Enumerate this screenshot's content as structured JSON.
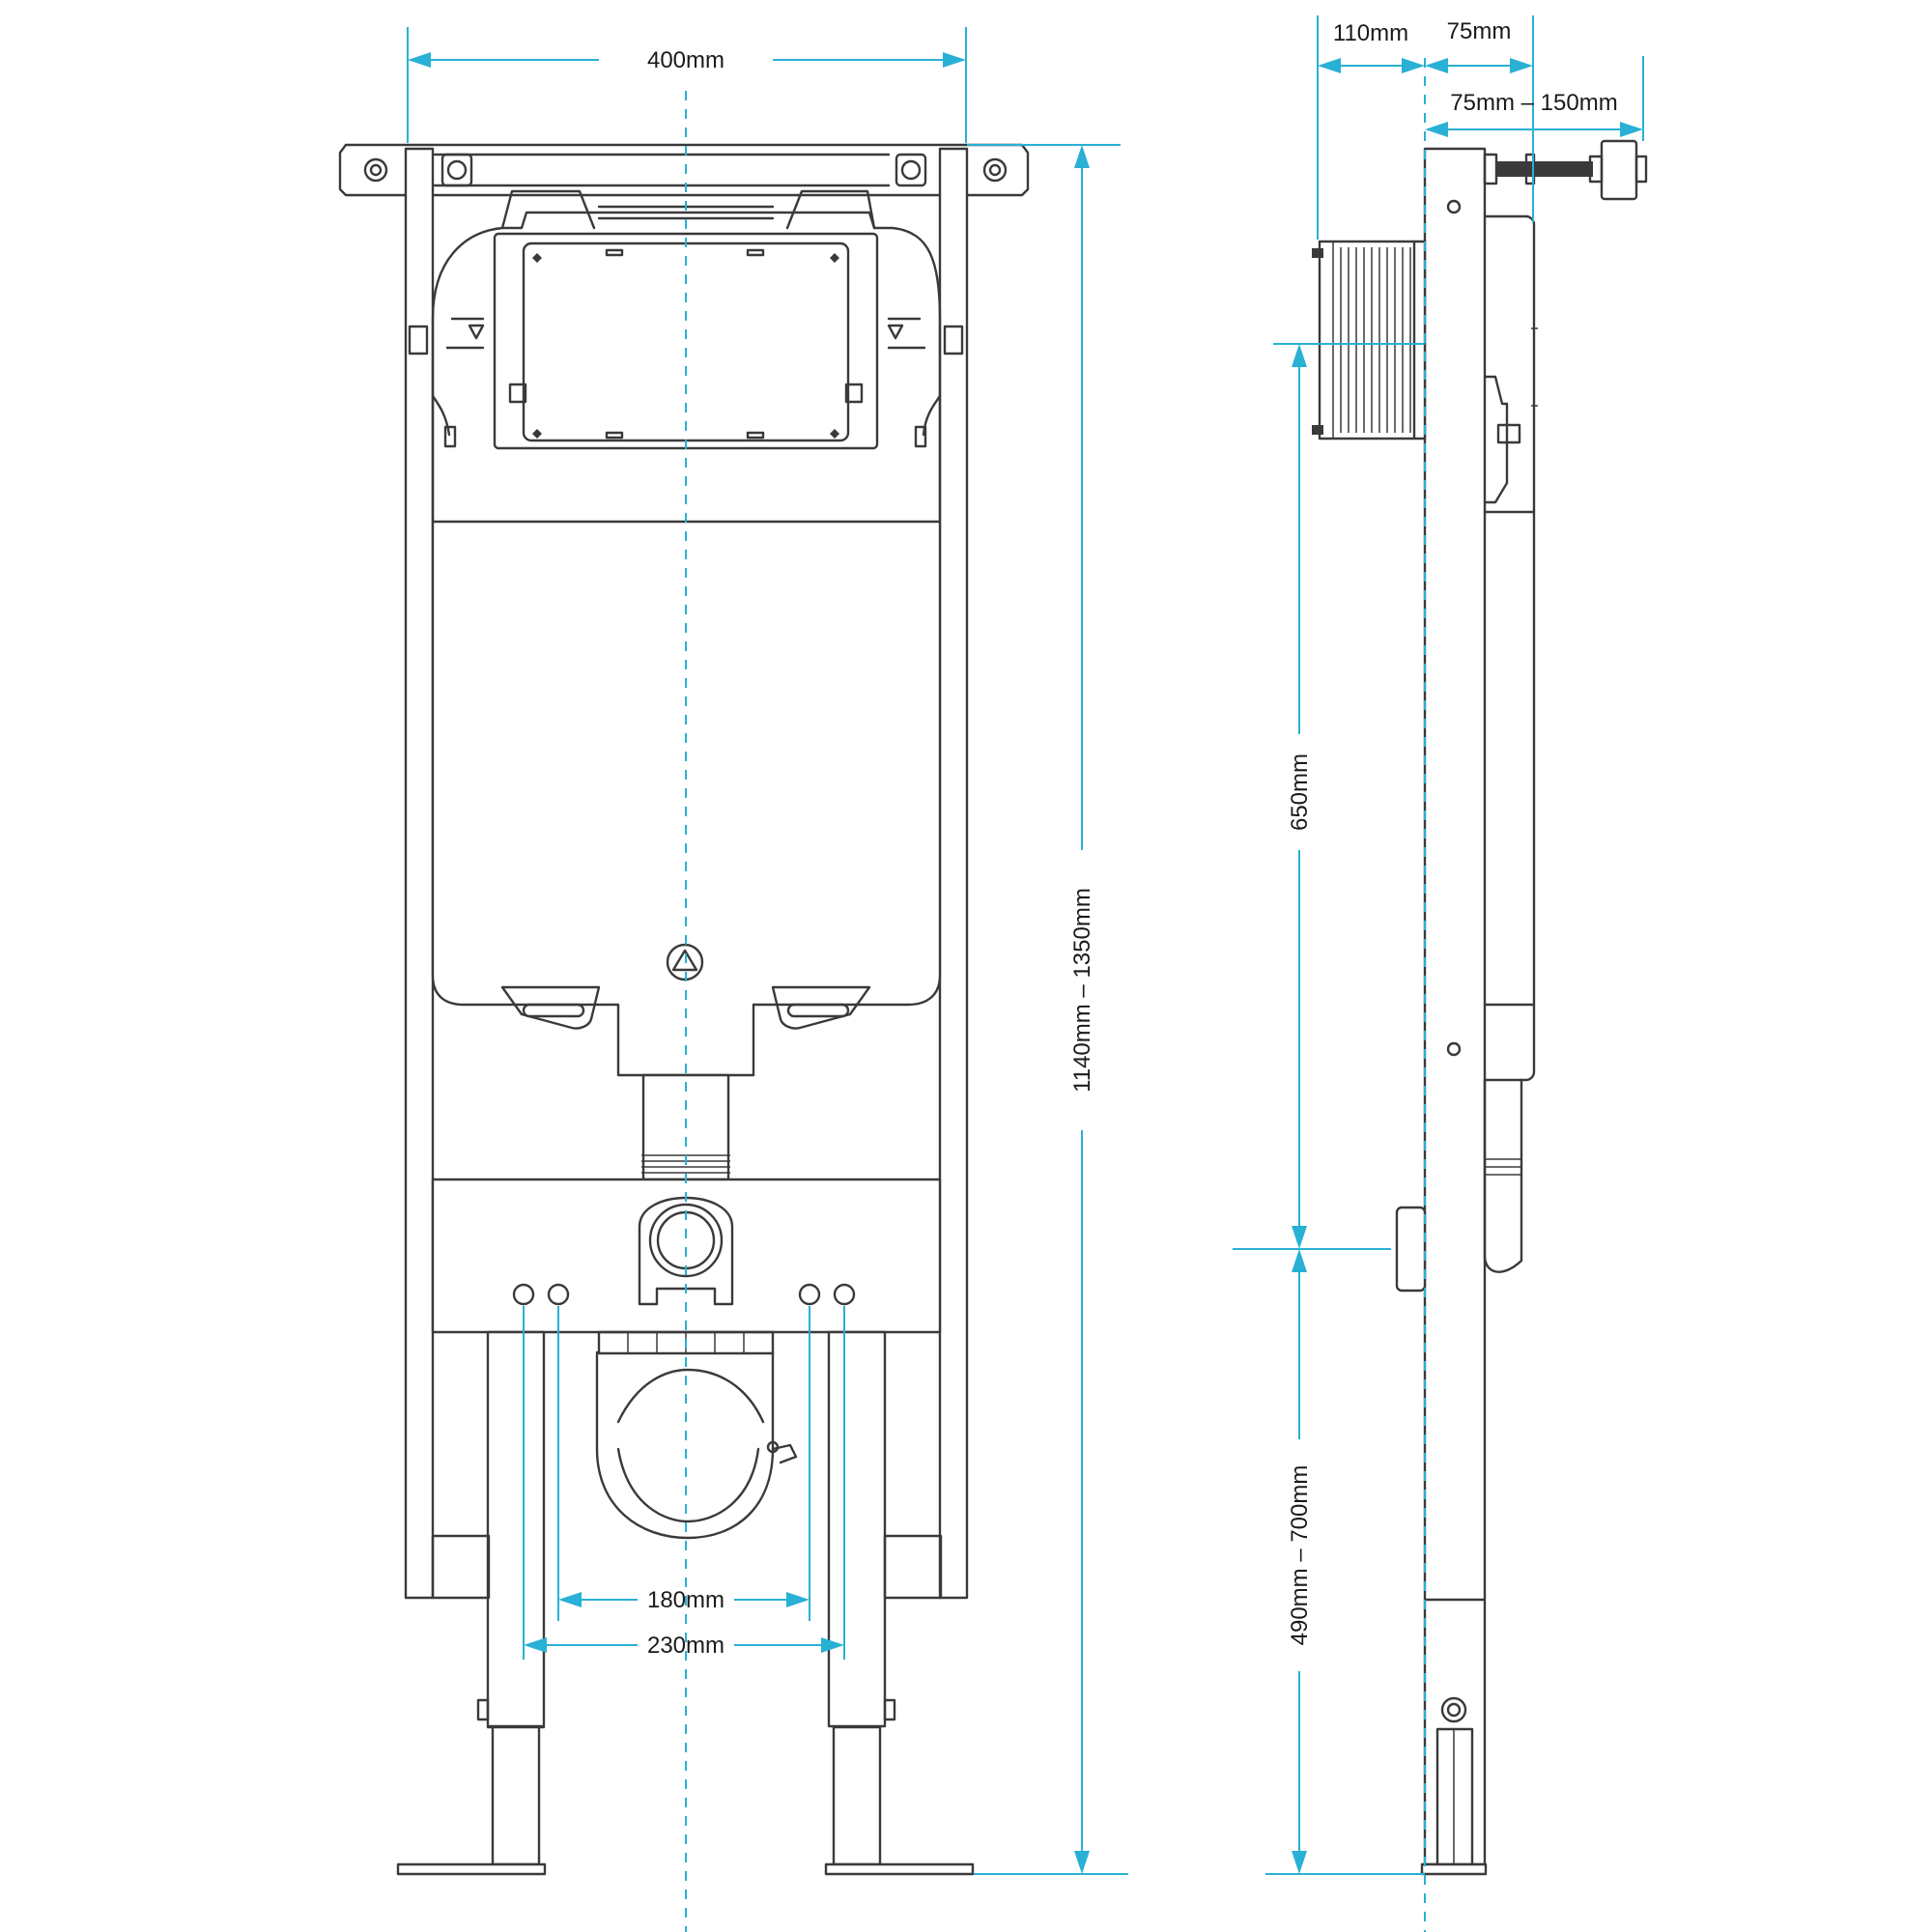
{
  "dimensions": {
    "frame_width": "400mm",
    "frame_height": "1140mm – 1350mm",
    "connection_spacing_inner": "180mm",
    "connection_spacing_outer": "230mm",
    "side_depth_front": "110mm",
    "side_depth_rear": "75mm",
    "wall_bracket_range": "75mm – 150mm",
    "pan_connector_height": "650mm",
    "floor_to_outlet": "490mm – 700mm"
  },
  "colors": {
    "dimension_lines": "#29b0d5",
    "drawing_lines": "#3a3a3a"
  }
}
